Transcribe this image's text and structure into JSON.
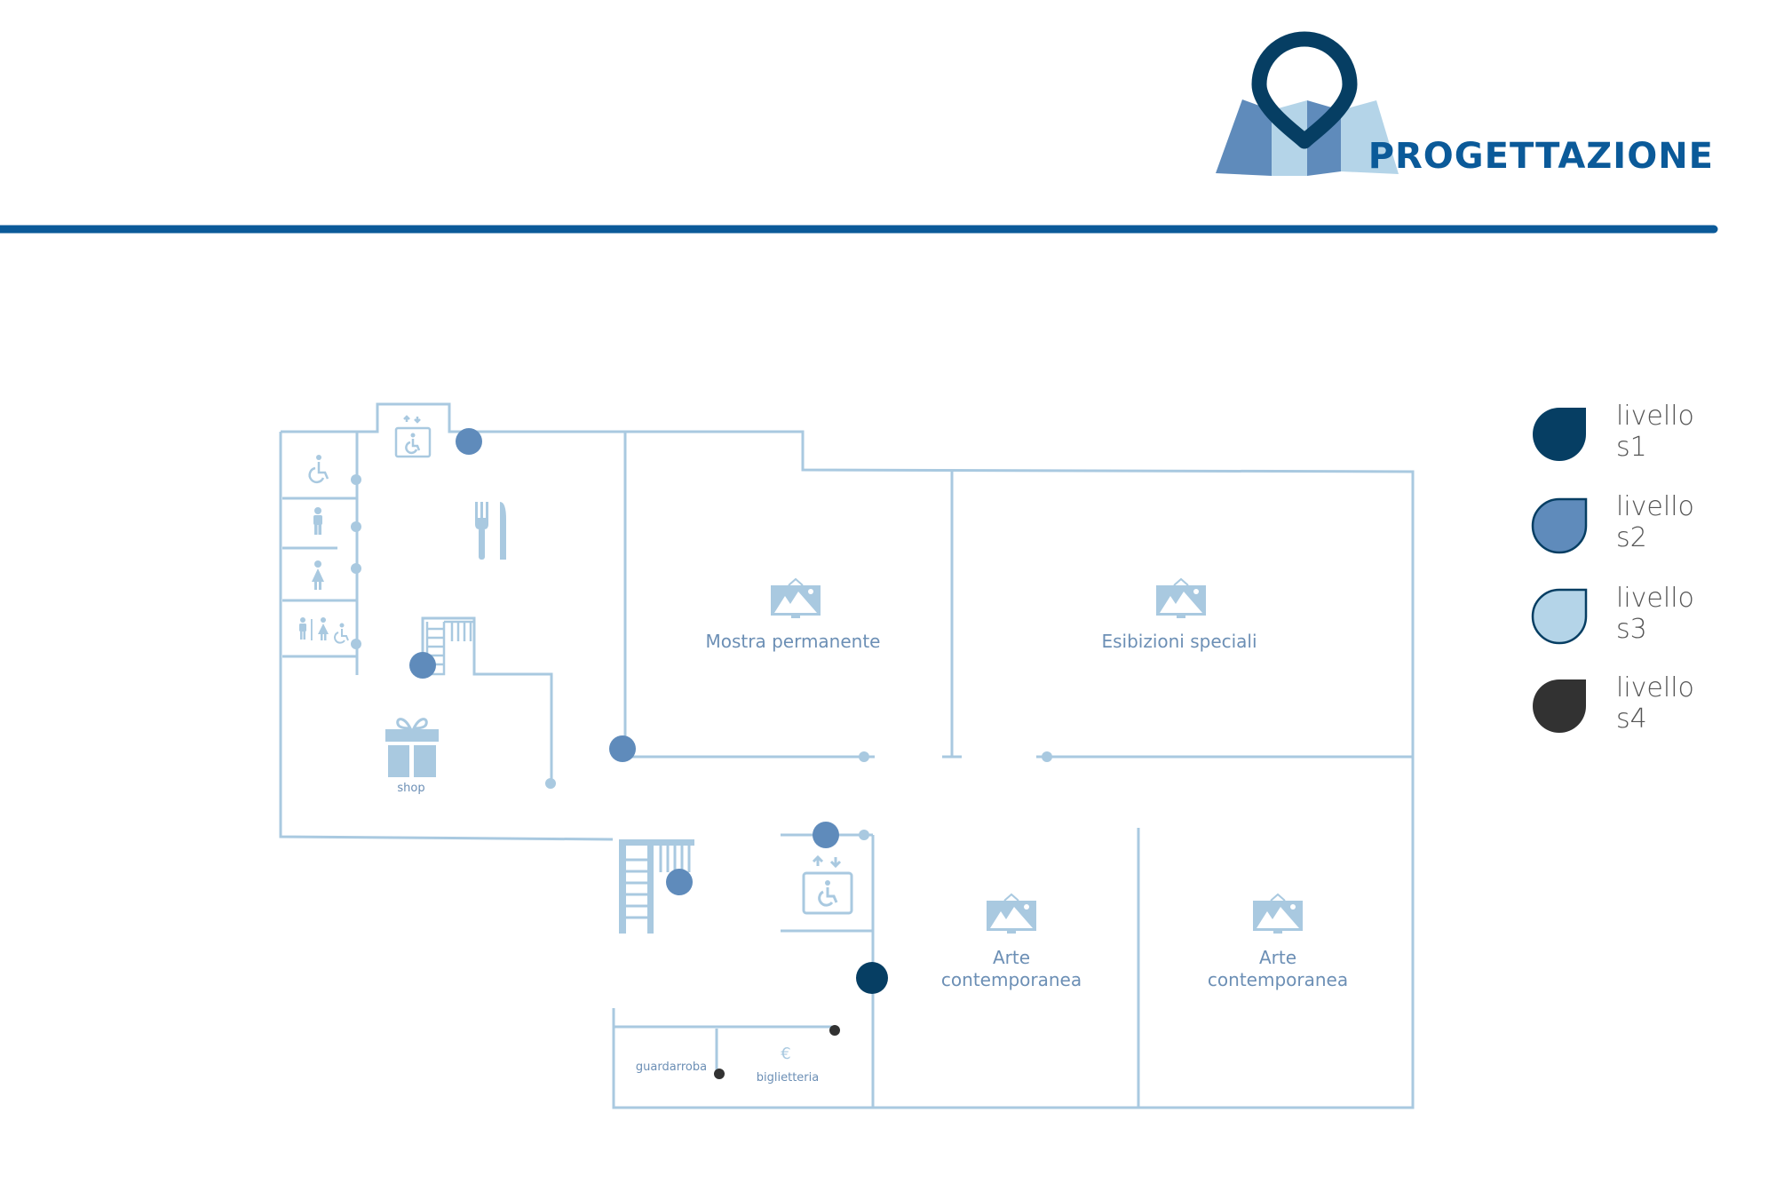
{
  "header": {
    "title": "PROGETTAZIONE"
  },
  "colors": {
    "primary": "#0B5A99",
    "level_s1": "#063E63",
    "level_s2": "#5F8BBB",
    "level_s3": "#B4D4E8",
    "level_s4": "#323232",
    "wall": "#A9C9E0",
    "label": "#6C8FB5",
    "legend_text": "#555555",
    "map_dark": "#5F8BBB",
    "map_light": "#B4D4E8"
  },
  "rooms": {
    "mostra": "Mostra permanente",
    "esibizioni": "Esibizioni speciali",
    "arte1_line1": "Arte",
    "arte1_line2": "contemporanea",
    "arte2_line1": "Arte",
    "arte2_line2": "contemporanea",
    "shop": "shop",
    "guardaroba": "guardarroba",
    "biglietteria": "biglietteria",
    "euro": "€"
  },
  "icons": [
    "map-pin-logo-icon",
    "elevator-icon",
    "wheelchair-icon",
    "male-toilet-icon",
    "female-toilet-icon",
    "restroom-icon",
    "restaurant-icon",
    "stairs-icon",
    "gift-icon",
    "picture-icon"
  ],
  "legend": [
    {
      "line1": "livello",
      "line2": "s1",
      "color": "#063E63"
    },
    {
      "line1": "livello",
      "line2": "s2",
      "color": "#5F8BBB"
    },
    {
      "line1": "livello",
      "line2": "s3",
      "color": "#B4D4E8"
    },
    {
      "line1": "livello",
      "line2": "s4",
      "color": "#323232"
    }
  ]
}
